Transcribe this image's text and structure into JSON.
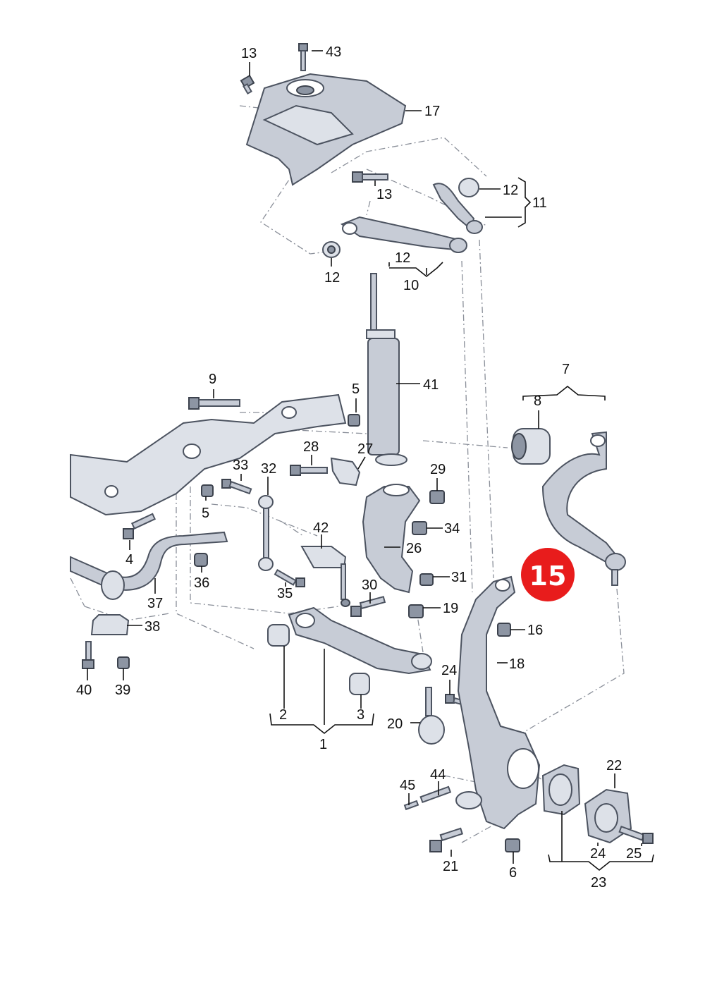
{
  "highlight": {
    "label": "15",
    "color": "#e81c1c"
  },
  "labels": {
    "l1": "1",
    "l2": "2",
    "l3": "3",
    "l4": "4",
    "l5a": "5",
    "l5b": "5",
    "l6": "6",
    "l7": "7",
    "l8": "8",
    "l9": "9",
    "l10": "10",
    "l11": "11",
    "l12a": "12",
    "l12b": "12",
    "l12c": "12",
    "l13a": "13",
    "l13b": "13",
    "l16": "16",
    "l17": "17",
    "l18": "18",
    "l19": "19",
    "l20": "20",
    "l21": "21",
    "l22": "22",
    "l23": "23",
    "l24a": "24",
    "l24b": "24",
    "l25": "25",
    "l26": "26",
    "l27": "27",
    "l28": "28",
    "l29": "29",
    "l30": "30",
    "l31": "31",
    "l32": "32",
    "l33": "33",
    "l34": "34",
    "l35": "35",
    "l36": "36",
    "l37": "37",
    "l38": "38",
    "l39": "39",
    "l40": "40",
    "l41": "41",
    "l42": "42",
    "l43": "43",
    "l44": "44",
    "l45": "45"
  }
}
